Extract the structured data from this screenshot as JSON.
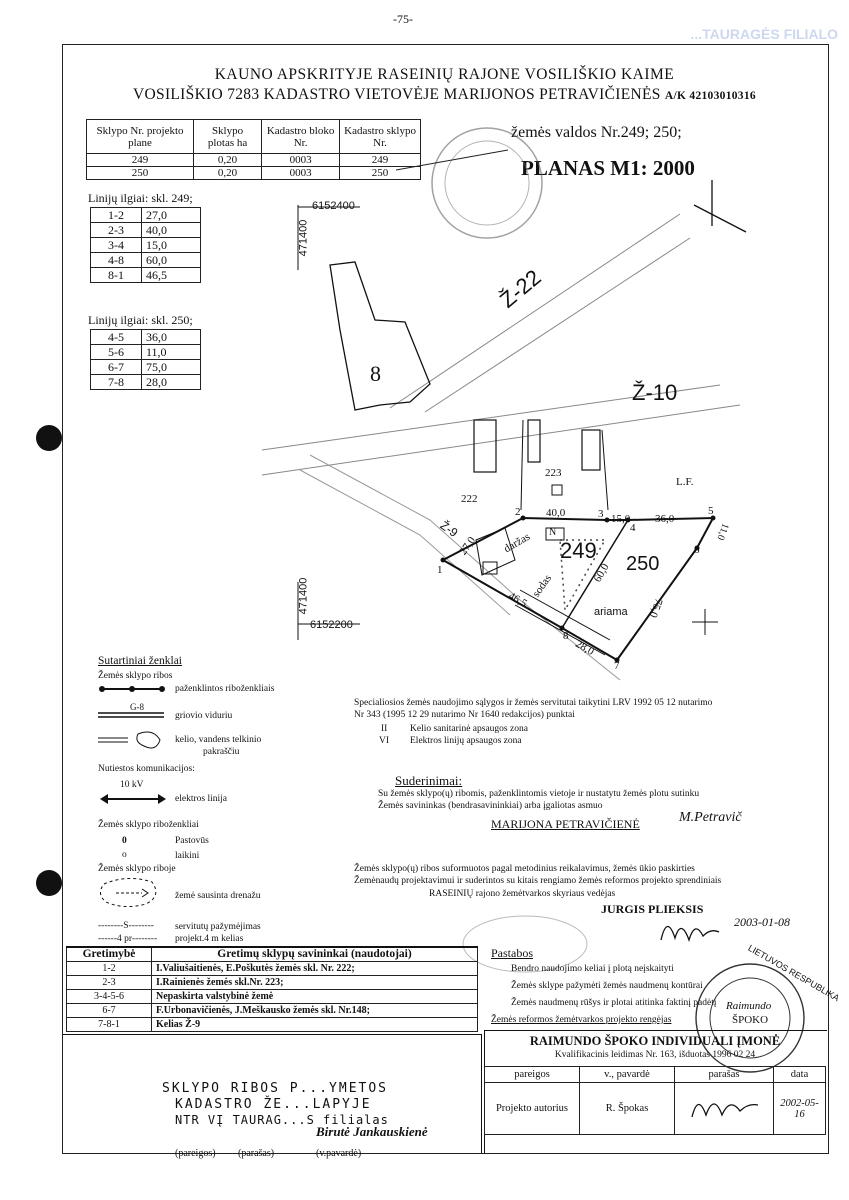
{
  "page_mark": "-75-",
  "faint_stamp": "...TAURAGĖS FILIALO",
  "title_line1": "KAUNO APSKRITYJE RASEINIŲ RAJONE VOSILIŠKIO KAIME",
  "title_line2": "VOSILIŠKIO 7283 KADASTRO VIETOVĖJE MARIJONOS PETRAVIČIENĖS",
  "title_ak": "A/K 42103010316",
  "zemes_valdos": "žemės valdos Nr.249; 250;",
  "plan_title": "PLANAS M1: 2000",
  "parcel_table": {
    "headers": [
      "Sklypo Nr. projekto plane",
      "Sklypo plotas ha",
      "Kadastro bloko Nr.",
      "Kadastro sklypo Nr."
    ],
    "rows": [
      [
        "249",
        "0,20",
        "0003",
        "249"
      ],
      [
        "250",
        "0,20",
        "0003",
        "250"
      ]
    ]
  },
  "lines_249": {
    "title": "Linijų ilgiai: skl. 249;",
    "rows": [
      [
        "1-2",
        "27,0"
      ],
      [
        "2-3",
        "40,0"
      ],
      [
        "3-4",
        "15,0"
      ],
      [
        "4-8",
        "60,0"
      ],
      [
        "8-1",
        "46,5"
      ]
    ]
  },
  "lines_250": {
    "title": "Linijų ilgiai: skl. 250;",
    "rows": [
      [
        "4-5",
        "36,0"
      ],
      [
        "5-6",
        "11,0"
      ],
      [
        "6-7",
        "75,0"
      ],
      [
        "7-8",
        "28,0"
      ]
    ]
  },
  "map": {
    "coord_top_y": "6152400",
    "coord_top_x": "471400",
    "coord_bot_y": "6152200",
    "coord_bot_x": "471400",
    "road_z22": "Ž-22",
    "road_z10": "Ž-10",
    "road_z9": "Ž-9",
    "lot_8": "8",
    "lot_223": "223",
    "lot_222": "222",
    "lf": "L.F.",
    "parcel_249": "249",
    "parcel_250": "250",
    "ariama": "ariama",
    "darzas": "daržas",
    "sodas": "sodas",
    "n_label": "N",
    "pts": [
      "1",
      "2",
      "3",
      "4",
      "5",
      "6",
      "7",
      "8"
    ],
    "dims": [
      "40,0",
      "15,0",
      "36,0",
      "27,0",
      "60,0",
      "46,5",
      "28,0",
      "75,0",
      "11,0"
    ]
  },
  "legend": {
    "title": "Sutartiniai ženklai",
    "riboz": "Žemės sklypo ribos",
    "paz_ribo": "paženklintos riboženkliais",
    "g8": "G-8",
    "griovio": "griovio viduriu",
    "kelio": "kelio, vandens telkinio",
    "pakrasciu": "pakraščiu",
    "komunik": "Nutiestos komunikacijos:",
    "kv10": "10 kV",
    "elektros": "elektros linija",
    "riboz_zenk": "Žemės sklypo riboženkliai",
    "o_bold": "0",
    "pastovus": "Pastovūs",
    "o_small": "o",
    "laikini": "laikini",
    "riboje": "Žemės sklypo riboje",
    "drenazu": "žemė sausinta drenažu",
    "s_mark": "--------S--------",
    "servitutu": "servitutų pažymėjimas",
    "pr4": "------4 pr--------",
    "projekt4": "projekt.4 m kelias"
  },
  "special": {
    "l1": "Specialiosios žemės naudojimo sąlygos ir žemės servitutai taikytini LRV 1992 05 12 nutarimo",
    "l2": "Nr 343 (1995 12 29 nutarimo Nr 1640 redakcijos) punktai",
    "r1n": "II",
    "r1t": "Kelio sanitarinė apsaugos zona",
    "r2n": "VI",
    "r2t": "Elektros linijų apsaugos zona"
  },
  "suderinimai": {
    "title": "Suderinimai:",
    "l1": "Su žemės sklypo(ų) ribomis, paženklintomis vietoje ir nustatytu žemės plotu sutinku",
    "l2": "Žemės savininkas (bendrasavininkiai) arba įgaliotas asmuo",
    "owner": "MARIJONA PETRAVIČIENĖ",
    "owner_sig": "M.Petravič",
    "l3": "Žemės sklypo(ų) ribos suformuotos pagal metodinius reikalavimus, žemės ūkio paskirties",
    "l4": "Žemėnaudų projektavimui ir suderintos su kitais rengiamo žemės reformos projekto sprendiniais",
    "l5": "RASEINIŲ rajono žemėtvarkos skyriaus vedėjas",
    "head": "JURGIS PLIEKSIS",
    "head_date": "2003-01-08"
  },
  "neighbors": {
    "h1": "Gretimybė",
    "h2": "Gretimų sklypų savininkai (naudotojai)",
    "rows": [
      [
        "1-2",
        "I.Valiušaitienės, E.Poškutės žemės skl. Nr. 222;"
      ],
      [
        "2-3",
        "I.Rainienės žemės skl.Nr. 223;"
      ],
      [
        "3-4-5-6",
        "Nepaskirta valstybinė žemė"
      ],
      [
        "6-7",
        "F.Urbonavičienės, J.Meškausko žemės skl. Nr.148;"
      ],
      [
        "7-8-1",
        "Kelias Ž-9"
      ]
    ]
  },
  "pastabos": {
    "title": "Pastabos",
    "lines": [
      "Bendro naudojimo keliai į plotą neįskaityti",
      "Žemės sklype pažymėti žemės naudmenų kontūrai",
      "Žemės naudmenų rūšys ir plotai atitinka faktinį padėtį",
      "Žemės reformos žemėtvarkos projekto rengėjas"
    ]
  },
  "company": {
    "name": "RAIMUNDO ŠPOKO INDIVIDUALI ĮMONĖ",
    "license": "Kvalifikacinis leidimas Nr. 163, išduotas 1996 02 24",
    "h_pareigos": "pareigos",
    "h_vardas": "v., pavardė",
    "h_parasas": "parašas",
    "h_data": "data",
    "role": "Projekto autorius",
    "person": "R. Špokas",
    "date": "2002-05-16"
  },
  "stamp_round": {
    "outer": "LIETUVOS RESPUBLIKA",
    "inner1": "Raimundo",
    "inner2": "ŠPOKO"
  },
  "bottom_stamp": {
    "l1": "SKLYPO RIBOS P...YMETOS",
    "l2": "KADASTRO ŽE...LAPYJE",
    "l3": "NTR VĮ TAURAG...S filialas",
    "sign_name": "Birutė Jankauskienė",
    "pareigos": "(pareigos)",
    "parasas": "(parašas)",
    "vpavarde": "(v.pavardė)"
  }
}
